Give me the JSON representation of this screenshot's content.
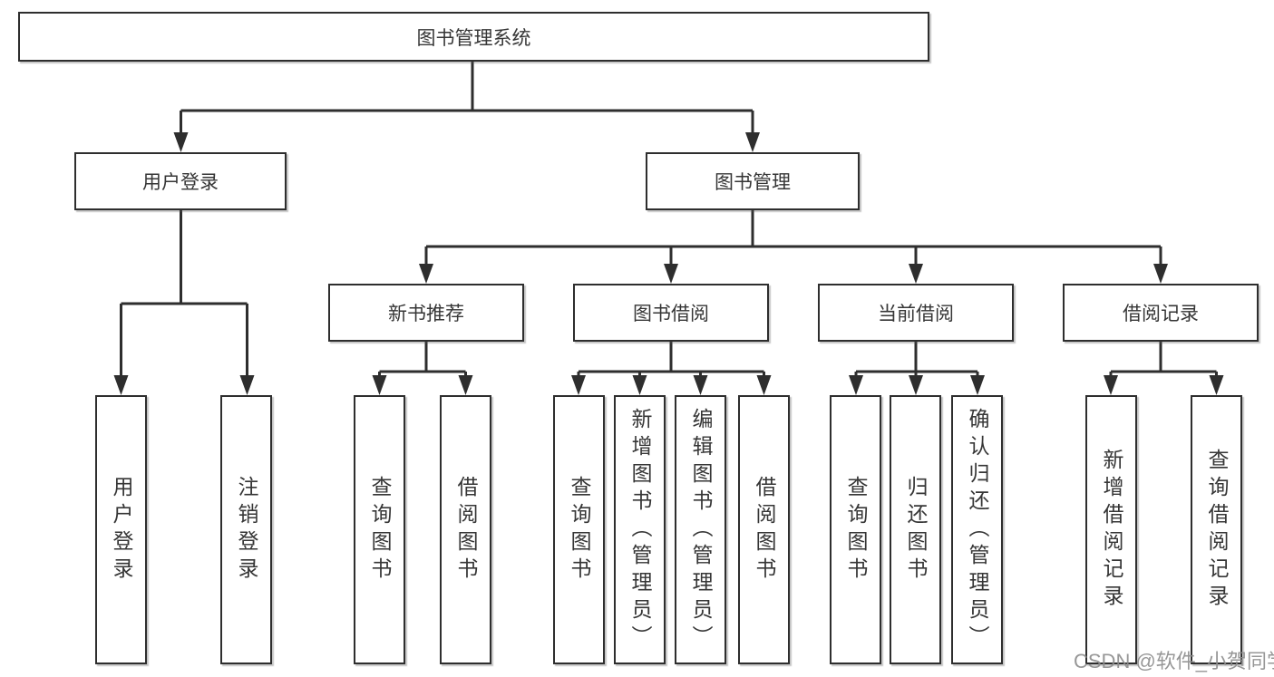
{
  "title": "图书管理系统",
  "nodes": {
    "root": {
      "label": "图书管理系统"
    },
    "level2": [
      {
        "label": "用户登录"
      },
      {
        "label": "图书管理"
      }
    ],
    "level3": [
      {
        "label": "新书推荐"
      },
      {
        "label": "图书借阅"
      },
      {
        "label": "当前借阅"
      },
      {
        "label": "借阅记录"
      }
    ],
    "leaves": [
      {
        "label": "用户登录"
      },
      {
        "label": "注销登录"
      },
      {
        "label": "查询图书"
      },
      {
        "label": "借阅图书"
      },
      {
        "label": "查询图书"
      },
      {
        "label": "新增图书（管理员）"
      },
      {
        "label": "编辑图书（管理员）"
      },
      {
        "label": "借阅图书"
      },
      {
        "label": "查询图书"
      },
      {
        "label": "归还图书"
      },
      {
        "label": "确认归还（管理员）"
      },
      {
        "label": "新增借阅记录"
      },
      {
        "label": "查询借阅记录"
      }
    ]
  },
  "watermark": {
    "text": "CSDN @软件_小贺同学"
  },
  "colors": {
    "line": "#2e2e2e",
    "box_border": "#2e2e2e",
    "text": "#363636",
    "watermark": "#8c8c8c",
    "background": "#ffffff"
  }
}
